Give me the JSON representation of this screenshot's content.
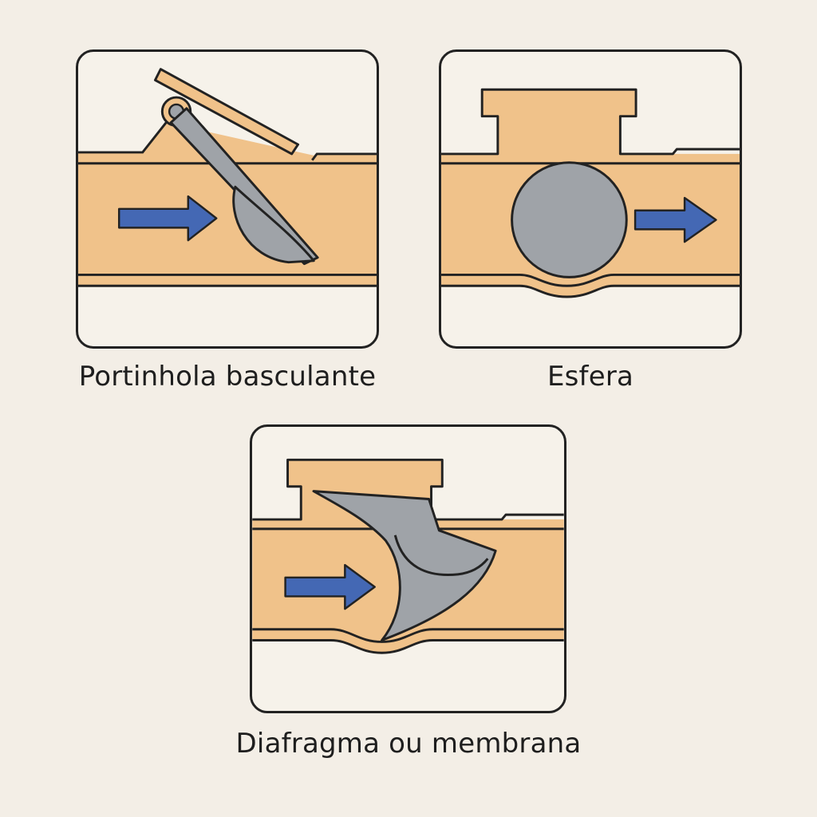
{
  "colors": {
    "background": "#f3eee6",
    "body": "#f0c28a",
    "outline": "#222222",
    "internal_part": "#9fa3a8",
    "arrow": "#4468b4"
  },
  "valves": [
    {
      "id": "swing",
      "label": "Portinhola basculante",
      "internal_part_icon": "swing-flap-icon",
      "arrow_icon": "flow-arrow-icon"
    },
    {
      "id": "ball",
      "label": "Esfera",
      "internal_part_icon": "ball-icon",
      "arrow_icon": "flow-arrow-icon"
    },
    {
      "id": "diaphragm",
      "label": "Diafragma ou membrana",
      "internal_part_icon": "diaphragm-icon",
      "arrow_icon": "flow-arrow-icon"
    }
  ]
}
